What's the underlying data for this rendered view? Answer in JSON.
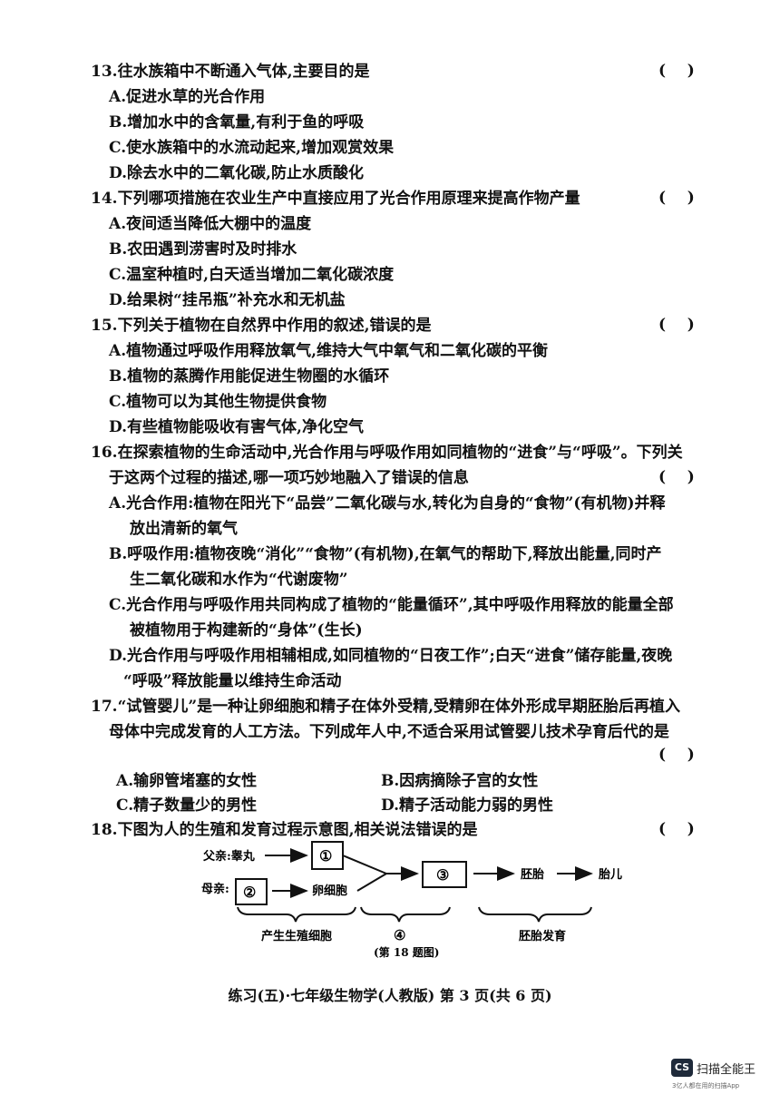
{
  "questions": [
    {
      "stem": [
        "13.往水族箱中不断通入气体,主要目的是"
      ],
      "paren": "(    )",
      "options": [
        "A.促进水草的光合作用",
        "B.增加水中的含氧量,有利于鱼的呼吸",
        "C.使水族箱中的水流动起来,增加观赏效果",
        "D.除去水中的二氧化碳,防止水质酸化"
      ]
    },
    {
      "stem": [
        "14.下列哪项措施在农业生产中直接应用了光合作用原理来提高作物产量"
      ],
      "paren": "(    )",
      "options": [
        "A.夜间适当降低大棚中的温度",
        "B.农田遇到涝害时及时排水",
        "C.温室种植时,白天适当增加二氧化碳浓度",
        "D.给果树“挂吊瓶”补充水和无机盐"
      ]
    },
    {
      "stem": [
        "15.下列关于植物在自然界中作用的叙述,错误的是"
      ],
      "paren": "(    )",
      "options": [
        "A.植物通过呼吸作用释放氧气,维持大气中氧气和二氧化碳的平衡",
        "B.植物的蒸腾作用能促进生物圈的水循环",
        "C.植物可以为其他生物提供食物",
        "D.有些植物能吸收有害气体,净化空气"
      ]
    },
    {
      "stem": [
        "16.在探索植物的生命活动中,光合作用与呼吸作用如同植物的“进食”与“呼吸”。下列关",
        "于这两个过程的描述,哪一项巧妙地融入了错误的信息"
      ],
      "paren": "(    )",
      "options": [
        [
          "A.光合作用:植物在阳光下“品尝”二氧化碳与水,转化为自身的“食物”(有机物)并释",
          "放出清新的氧气"
        ],
        [
          "B.呼吸作用:植物夜晚“消化”“食物”(有机物),在氧气的帮助下,释放出能量,同时产",
          "生二氧化碳和水作为“代谢废物”"
        ],
        [
          "C.光合作用与呼吸作用共同构成了植物的“能量循环”,其中呼吸作用释放的能量全部",
          "被植物用于构建新的“身体”(生长)"
        ],
        [
          "D.光合作用与呼吸作用相辅相成,如同植物的“日夜工作”;白天“进食”储存能量,夜晚",
          "“呼吸”释放能量以维持生命活动"
        ]
      ]
    },
    {
      "stem": [
        "17.“试管婴儿”是一种让卵细胞和精子在体外受精,受精卵在体外形成早期胚胎后再植入",
        "母体中完成发育的人工方法。下列成年人中,不适合采用试管婴儿技术孕育后代的是"
      ],
      "paren": "(    )",
      "options": [
        "A.输卵管堵塞的女性",
        "B.因病摘除子宫的女性",
        "C.精子数量少的男性",
        "D.精子活动能力弱的男性"
      ]
    },
    {
      "stem": [
        "18.下图为人的生殖和发育过程示意图,相关说法错误的是"
      ],
      "paren": "(    )",
      "options": []
    }
  ],
  "diagram": {
    "father_label": "父亲:睾丸",
    "mother_label": "母亲:",
    "box1": "①",
    "box2": "②",
    "box3": "③",
    "egg": "卵细胞",
    "embryo": "胚胎",
    "fetus": "胎儿",
    "brace_left": "产生生殖细胞",
    "brace_mid": "④",
    "brace_right": "胚胎发育",
    "caption": "(第 18 题图)"
  },
  "footer": "练习(五)·七年级生物学(人教版)   第 3 页(共 6 页)",
  "watermark": {
    "logo": "CS",
    "title": "扫描全能王",
    "sub": "3亿人都在用的扫描App"
  }
}
